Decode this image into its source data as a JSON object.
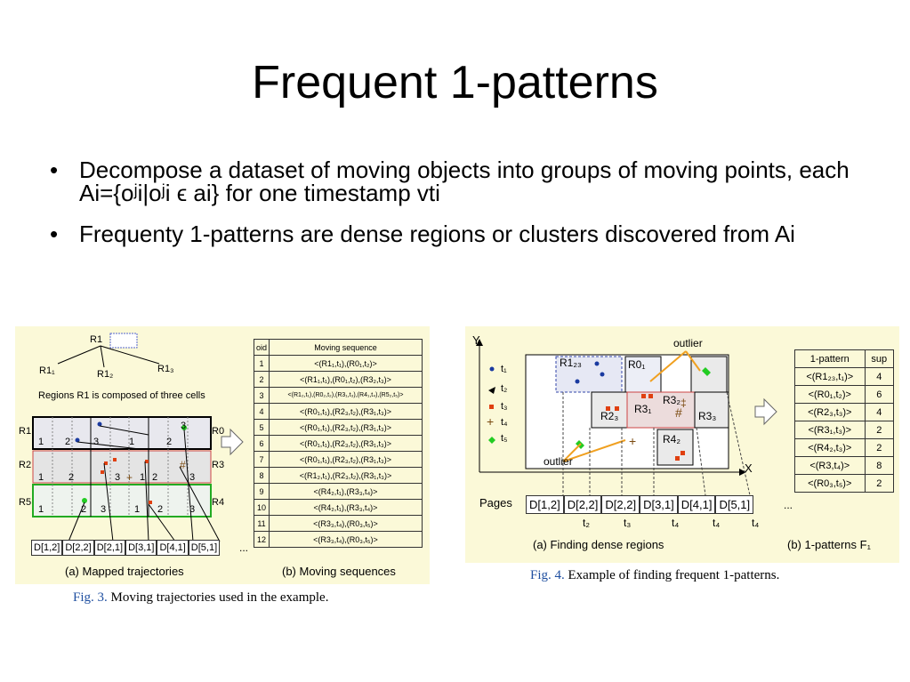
{
  "slide": {
    "title": "Frequent 1-patterns",
    "bullets": [
      {
        "symbol": "•",
        "text": "Decompose a dataset of moving objects into groups of moving points, each Ai={oʲi|oʲi ϵ ai} for one timestamp vti"
      },
      {
        "symbol": "•",
        "text": "Frequenty 1-patterns are dense regions or clusters discovered from Ai"
      }
    ]
  },
  "fig3": {
    "tree_root": "R1",
    "tree_children": [
      "R1₁",
      "R1₂",
      "R1₃"
    ],
    "regions_note": "Regions R1 is composed of three cells",
    "row_labels_left": [
      "R1",
      "R2",
      "R5"
    ],
    "row_labels_right": [
      "R0",
      "R3",
      "R4"
    ],
    "cell_numbers": [
      "1",
      "2",
      "3",
      "1",
      "2",
      "3",
      "1",
      "2",
      "3",
      "1",
      "2",
      "3",
      "1",
      "2",
      "3",
      "1",
      "2",
      "3"
    ],
    "pages": [
      "D[1,2]",
      "D[2,2]",
      "D[2,1]",
      "D[3,1]",
      "D[4,1]",
      "D[5,1]"
    ],
    "pages_more": "...",
    "sub_a": "(a) Mapped trajectories",
    "sub_b": "(b) Moving sequences",
    "table_headers": [
      "oid",
      "Moving sequence"
    ],
    "table_rows": [
      [
        "1",
        "<(R1₁,t₁),(R0₁,t₂)>"
      ],
      [
        "2",
        "<(R1₁,t₁),(R0₁,t₂),(R3₂,t₃)>"
      ],
      [
        "3",
        "<(R1₂,t₁),(R0₂,t₂),(R3₁,t₃),(R4₁,t₄),(R5₂,t₅)>"
      ],
      [
        "4",
        "<(R0₁,t₁),(R2₃,t₂),(R3₁,t₃)>"
      ],
      [
        "5",
        "<(R0₁,t₁),(R2₃,t₂),(R3₁,t₃)>"
      ],
      [
        "6",
        "<(R0₁,t₁),(R2₃,t₂),(R3₁,t₃)>"
      ],
      [
        "7",
        "<(R0₁,t₁),(R2₃,t₂),(R3₁,t₃)>"
      ],
      [
        "8",
        "<(R1₂,t₁),(R2₃,t₂),(R3₁,t₃)>"
      ],
      [
        "9",
        "<(R4₂,t₁),(R3₃,t₄)>"
      ],
      [
        "10",
        "<(R4₂,t₁),(R3₃,t₄)>"
      ],
      [
        "11",
        "<(R3₃,t₄),(R0₃,t₅)>"
      ],
      [
        "12",
        "<(R3₃,t₄),(R0₃,t₅)>"
      ]
    ],
    "caption_num": "Fig. 3.",
    "caption_text": " Moving trajectories used in the example."
  },
  "fig4": {
    "axis_y": "Y",
    "axis_x": "X",
    "legend": [
      "t₁",
      "t₂",
      "t₃",
      "t₄",
      "t₅"
    ],
    "region_labels": [
      "R1₂₃",
      "R0₁",
      "R3₂",
      "R2₃",
      "R3₁",
      "R3₃",
      "R4₂"
    ],
    "outlier_top": "outlier",
    "outlier_bottom": "outlier",
    "pages_label": "Pages",
    "pages": [
      "D[1,2]",
      "D[2,2]",
      "D[2,2]",
      "D[3,1]",
      "D[4,1]",
      "D[5,1]"
    ],
    "pages_more": "...",
    "page_times": [
      "t₂",
      "t₃",
      "t₄",
      "t₄",
      "t₄"
    ],
    "sub_a": "(a) Finding dense regions",
    "sub_b": "(b) 1-patterns F₁",
    "table_headers": [
      "1-pattern",
      "sup"
    ],
    "table_rows": [
      [
        "<(R1₂₃,t₁)>",
        "4"
      ],
      [
        "<(R0₁,t₂)>",
        "6"
      ],
      [
        "<(R2₃,t₃)>",
        "4"
      ],
      [
        "<(R3₁,t₃)>",
        "2"
      ],
      [
        "<(R4₂,t₃)>",
        "2"
      ],
      [
        "<(R3,t₄)>",
        "8"
      ],
      [
        "<(R0₃,t₅)>",
        "2"
      ]
    ],
    "caption_num": "Fig. 4.",
    "caption_text": " Example of finding frequent 1-patterns."
  },
  "colors": {
    "figure_bg": "#fbf9d8",
    "caption_blue": "#1f4fa0",
    "orange": "#f0a020",
    "red_marker": "#e04010",
    "green_marker": "#22cc22",
    "blue_marker": "#1a3aa0"
  }
}
